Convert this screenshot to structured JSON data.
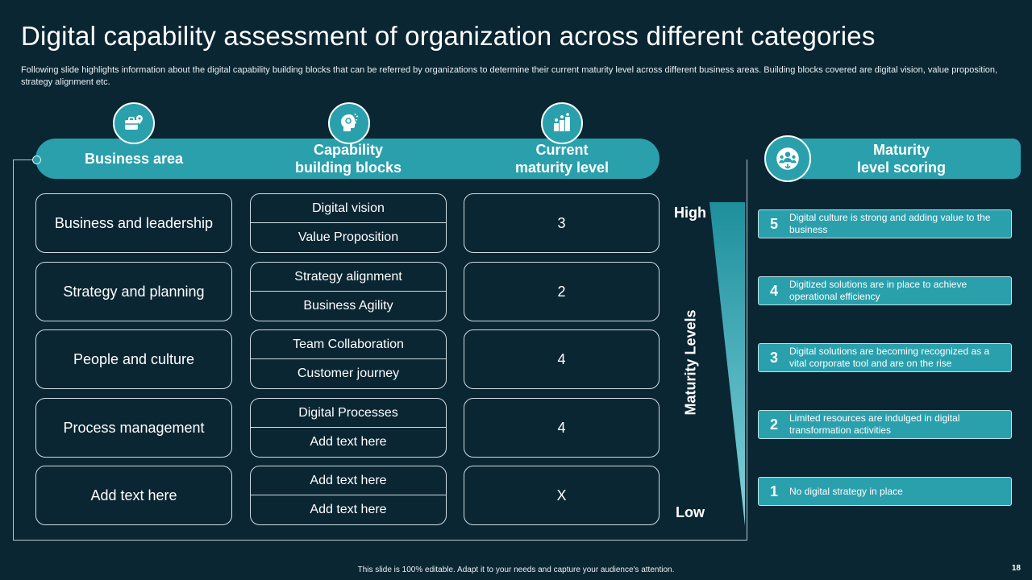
{
  "title": "Digital capability assessment of organization across different categories",
  "subtitle": "Following slide highlights information about the digital capability building blocks that can be referred by organizations to determine their current maturity level across different business areas. Building blocks covered are digital vision, value proposition, strategy alignment etc.",
  "headers": {
    "business_area": "Business area",
    "capability_blocks": "Capability\nbuilding blocks",
    "current_level": "Current\nmaturity level",
    "maturity_scoring": "Maturity\nlevel scoring"
  },
  "rows": [
    {
      "area": "Business and leadership",
      "block1": "Digital vision",
      "block2": "Value Proposition",
      "level": "3"
    },
    {
      "area": "Strategy and planning",
      "block1": "Strategy alignment",
      "block2": "Business Agility",
      "level": "2"
    },
    {
      "area": "People and culture",
      "block1": "Team Collaboration",
      "block2": "Customer journey",
      "level": "4"
    },
    {
      "area": "Process management",
      "block1": "Digital Processes",
      "block2": "Add text here",
      "level": "4"
    },
    {
      "area": "Add text here",
      "block1": "Add text here",
      "block2": "Add text here",
      "level": "X"
    }
  ],
  "maturity_axis": {
    "high": "High",
    "low": "Low",
    "label": "Maturity Levels"
  },
  "scoring": [
    {
      "num": "5",
      "text": "Digital culture is strong and adding value to the business"
    },
    {
      "num": "4",
      "text": "Digitized solutions are in place to achieve operational efficiency"
    },
    {
      "num": "3",
      "text": "Digital solutions are becoming recognized as a vital corporate tool and are on the rise"
    },
    {
      "num": "2",
      "text": "Limited resources are indulged in digital transformation activities"
    },
    {
      "num": "1",
      "text": "No digital strategy in place"
    }
  ],
  "footer": "This slide is 100% editable. Adapt it to your needs and capture your audience's attention.",
  "page_number": "18",
  "colors": {
    "background": "#0b2633",
    "accent": "#2aa0ad",
    "border": "#cfdde2"
  },
  "icons": [
    "business-area-icon",
    "capability-head-icon",
    "maturity-level-icon",
    "scoring-people-icon"
  ]
}
